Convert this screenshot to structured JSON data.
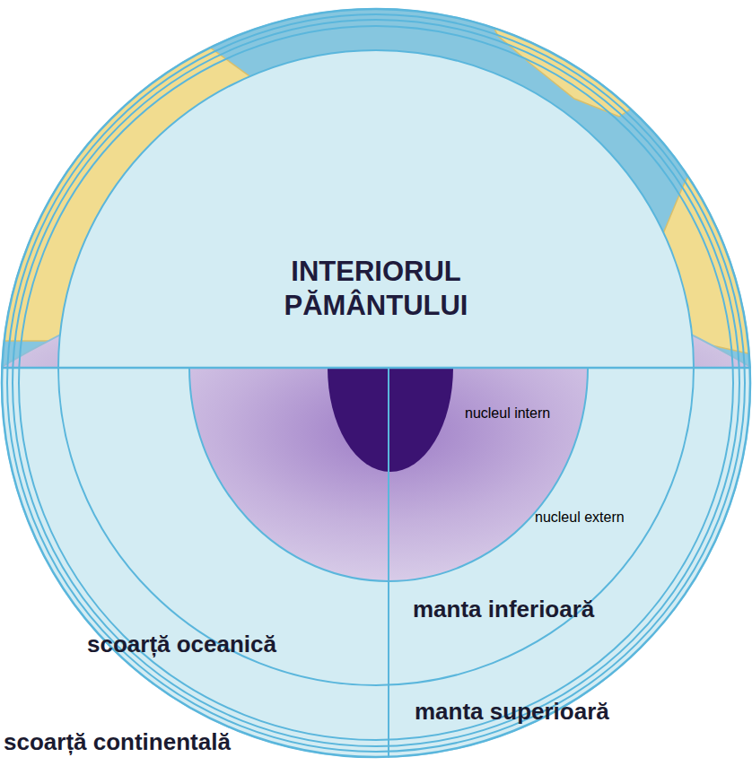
{
  "diagram": {
    "title": "INTERIORUL PĂMÂNTULUI",
    "labels": [
      "nucleul intern",
      "nucleul extern",
      "manta inferioară",
      "manta superioară",
      "scoarță oceanică",
      "scoarță continentală"
    ]
  }
}
